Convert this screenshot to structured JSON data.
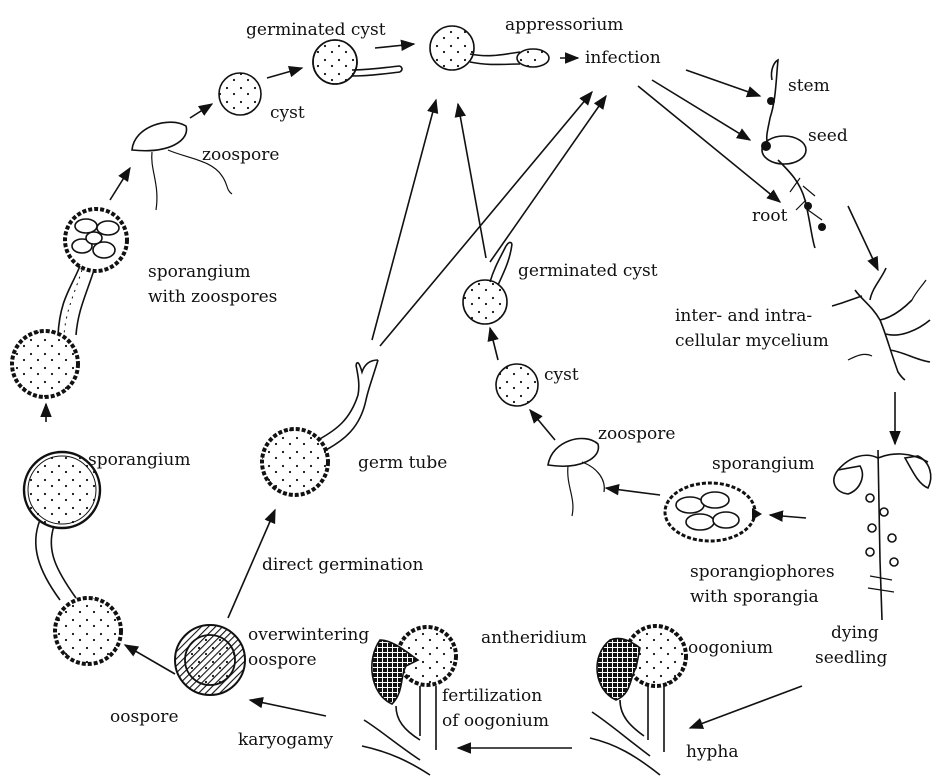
{
  "labels": {
    "germinated_cyst_top": "germinated cyst",
    "appressorium": "appressorium",
    "infection": "infection",
    "cyst_top": "cyst",
    "zoospore_top": "zoospore",
    "stem": "stem",
    "seed": "seed",
    "root": "root",
    "sporangium_with_zoospores_1": "sporangium",
    "sporangium_with_zoospores_2": "with zoospores",
    "germinated_cyst_mid": "germinated cyst",
    "inter_intra_1": "inter- and intra-",
    "inter_intra_2": "cellular mycelium",
    "cyst_mid": "cyst",
    "zoospore_mid": "zoospore",
    "sporangium_left": "sporangium",
    "germ_tube": "germ tube",
    "sporangium_right": "sporangium",
    "direct_germination": "direct germination",
    "sporangiophores_1": "sporangiophores",
    "sporangiophores_2": "with sporangia",
    "overwintering_1": "overwintering",
    "overwintering_2": "oospore",
    "antheridium": "antheridium",
    "oogonium": "oogonium",
    "dying_1": "dying",
    "dying_2": "seedling",
    "oospore": "oospore",
    "fertilization_1": "fertilization",
    "fertilization_2": "of oogonium",
    "karyogamy": "karyogamy",
    "hypha": "hypha"
  },
  "colors": {
    "ink": "#111111",
    "paper": "#ffffff"
  }
}
